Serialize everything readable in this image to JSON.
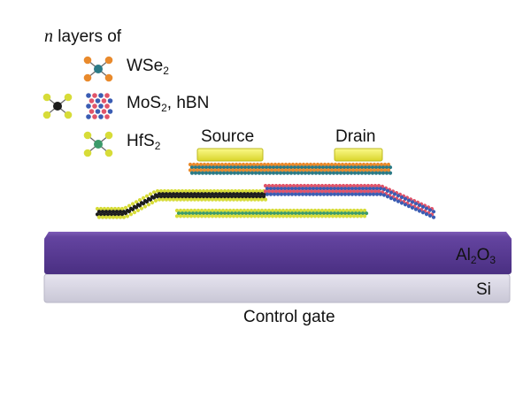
{
  "legend": {
    "title_var": "n",
    "title_rest": " layers of",
    "items": [
      {
        "main": "WSe",
        "sub": "2",
        "tail": ""
      },
      {
        "main": "MoS",
        "sub": "2",
        "tail": ", hBN"
      },
      {
        "main": "HfS",
        "sub": "2",
        "tail": ""
      }
    ]
  },
  "labels": {
    "source": "Source",
    "drain": "Drain",
    "dielectric": {
      "a": "Al",
      "a_sub": "2",
      "b": "O",
      "b_sub": "3"
    },
    "substrate": "Si",
    "gate": "Control gate"
  },
  "colors": {
    "dielectric": "#5e3f98",
    "substrate": "#d8d6e3",
    "electrode": "#e8e53a",
    "wse2_metal": "#2a7a86",
    "wse2_chalcogen": "#e98a2c",
    "mos2_metal": "#3a5cb3",
    "mos2_chalcogen": "#e0546a",
    "hfs2_metal": "#3c9a6a",
    "hfs2_chalcogen": "#d7dc38",
    "black_layer": "#1c1c1c"
  },
  "icons": [
    "wse2-molecule-icon",
    "mos2-hbn-lattice-icon",
    "black-phosphorus-molecule-icon",
    "hfs2-molecule-icon"
  ]
}
